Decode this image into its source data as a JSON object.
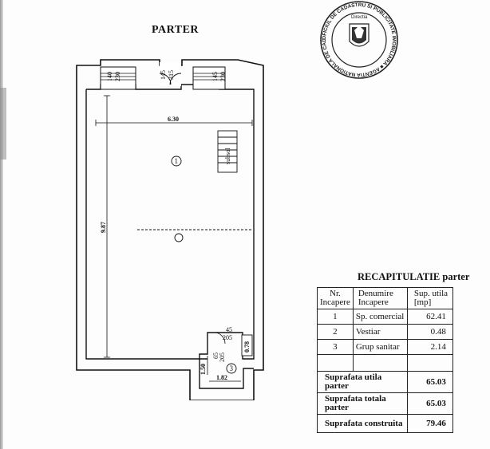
{
  "plan": {
    "title": "PARTER",
    "stair_label": "subsol",
    "room_numbers": [
      "1",
      "3"
    ],
    "dimensions": {
      "window_left_a": "140",
      "window_left_b": "230",
      "door_a": "145",
      "door_b": "315",
      "window_right_a": "145",
      "window_right_b": "230",
      "width": "6.30",
      "length": "9.87",
      "wc_door_a": "45",
      "wc_door_b": "205",
      "wc_door2_a": "65",
      "wc_door2_b": "205",
      "wc_depth": "0.78",
      "wc_height": "1.50",
      "wc_width": "1.82"
    }
  },
  "recap": {
    "title": "RECAPITULATIE parter",
    "headers": {
      "nr_line1": "Nr.",
      "nr_line2": "Incapere",
      "name_line1": "Denumire",
      "name_line2": "Incapere",
      "area_line1": "Sup. utila",
      "area_line2": "[mp]"
    },
    "rows": [
      {
        "nr": "1",
        "name": "Sp. comercial",
        "area": "62.41"
      },
      {
        "nr": "2",
        "name": "Vestiar",
        "area": "0.48"
      },
      {
        "nr": "3",
        "name": "Grup sanitar",
        "area": "2.14"
      }
    ],
    "totals": [
      {
        "label": "Suprafata utila parter",
        "value": "65.03"
      },
      {
        "label": "Suprafata totala parter",
        "value": "65.03"
      },
      {
        "label": "Suprafata construita",
        "value": "79.46"
      }
    ]
  },
  "stamp": {
    "text": "OFICIUL DE CADASTRU SI PUBLICITATE IMOBILIARA ■ AGENTIA NATIONALA DE CADASTRU SI PUBLICITATE IMOBILIARA ■",
    "inner": "Directia"
  }
}
